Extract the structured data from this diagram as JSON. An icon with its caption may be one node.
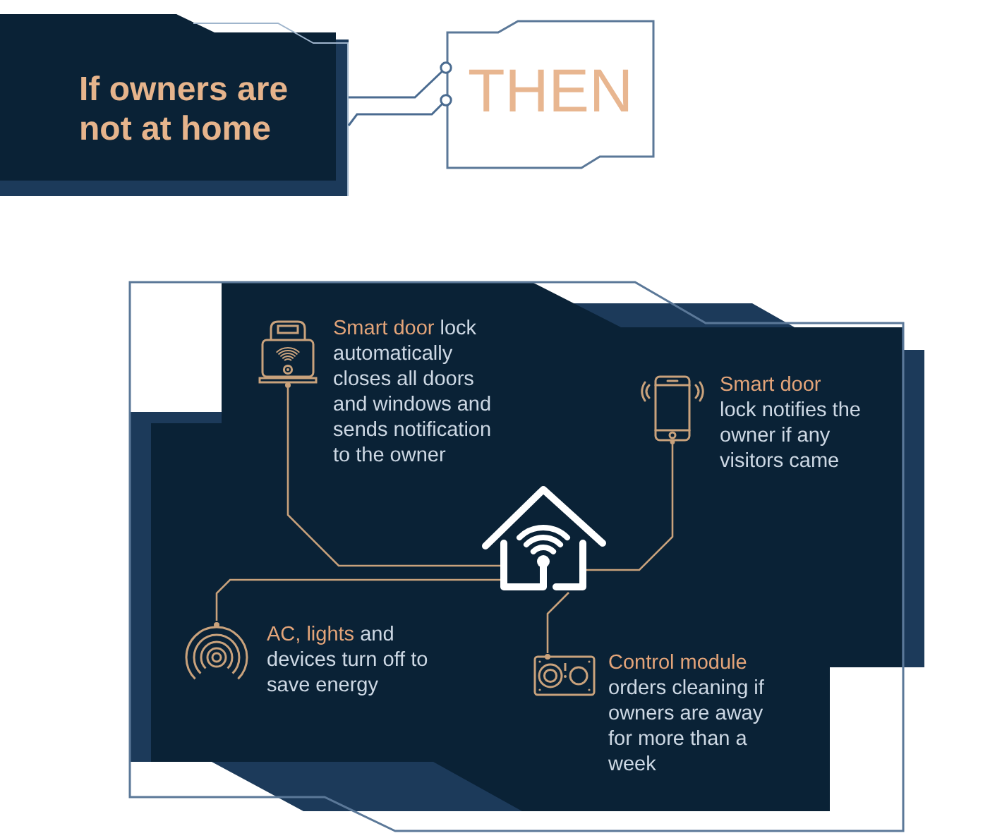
{
  "diagram": {
    "nodes": [
      {
        "text": [
          "If owners are not at home"
        ]
      },
      {
        "text": [
          "THEN"
        ]
      },
      {
        "text": [],
        "shape": "picture",
        "beside": [
          "**Smart door** lock automatically closes all doors and windows and sends notification to the owner"
        ]
      },
      {
        "text": [],
        "shape": "picture",
        "beside": [
          "**Smart door** lock notifies the owner if any visitors came"
        ]
      },
      {
        "text": [],
        "shape": "picture"
      },
      {
        "text": [],
        "shape": "picture",
        "beside": [
          "**AC, lights** and devices turn off to save energy"
        ]
      },
      {
        "text": [],
        "shape": "picture",
        "beside": [
          "**Control module** orders cleaning if owners are away for more than a week"
        ]
      }
    ],
    "edges": [
      {
        "from": 0,
        "to": 1,
        "arrow": "other",
        "color": "#4a6b90"
      },
      {
        "from": 0,
        "to": 1,
        "arrow": "other",
        "color": "#4a6b90"
      },
      {
        "from": 4,
        "to": 2,
        "arrow": "none"
      },
      {
        "from": 4,
        "to": 3,
        "arrow": "none"
      },
      {
        "from": 4,
        "to": 5,
        "arrow": "none"
      },
      {
        "from": 4,
        "to": 6,
        "arrow": "none"
      }
    ]
  }
}
